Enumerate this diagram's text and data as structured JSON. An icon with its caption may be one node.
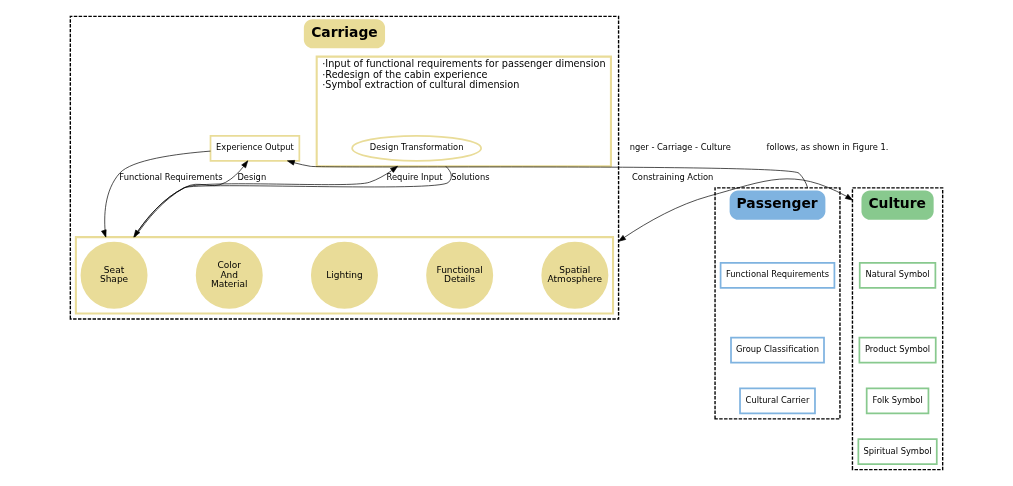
{
  "diagram": {
    "nodes": [
      {
        "text": [
          "Carriage"
        ]
      },
      {
        "text": [
          "Experience Output"
        ],
        "in": 0
      },
      {
        "text": [],
        "shape": "box",
        "in": 0
      },
      {
        "text": [
          "Seat Shape"
        ],
        "in": 2
      },
      {
        "text": [
          "Color And Material"
        ],
        "in": 2
      },
      {
        "text": [
          "Lighting"
        ],
        "in": 2
      },
      {
        "text": [
          "Functional Details"
        ],
        "in": 2
      },
      {
        "text": [
          "Spatial Atmosphere"
        ],
        "in": 2
      },
      {
        "text": [
          "·Input of functional requirements for passenger dimension",
          "·Redesign of the cabin experience",
          "·Symbol extraction of cultural dimension"
        ],
        "in": 0
      },
      {
        "text": [
          "Design Transformation"
        ],
        "in": 8
      },
      {
        "text": [
          "Passenger"
        ]
      },
      {
        "text": [
          "Functional Requirements"
        ],
        "in": 10
      },
      {
        "text": [
          "Group Classification"
        ],
        "in": 10
      },
      {
        "text": [
          "Cultural Carrier"
        ],
        "in": 10
      },
      {
        "text": [
          "Culture"
        ]
      },
      {
        "text": [
          "Natural Symbol"
        ],
        "in": 14
      },
      {
        "text": [
          "Product Symbol"
        ],
        "in": 14
      },
      {
        "text": [
          "Folk Symbol"
        ],
        "in": 14
      },
      {
        "text": [
          "Spiritual Symbol"
        ],
        "in": 14
      }
    ],
    "edges": [
      {
        "from": 10,
        "to": 1,
        "arrow": "to"
      },
      {
        "from": 1,
        "to": 2,
        "arrow": "to",
        "label": "Functional Requirements"
      },
      {
        "from": 2,
        "to": 1,
        "arrow": "to",
        "label": "Design"
      },
      {
        "from": 2,
        "to": 8,
        "arrow": "to",
        "label": "Require Input"
      },
      {
        "from": 8,
        "to": 2,
        "arrow": "to",
        "label": "Solutions"
      },
      {
        "from": 0,
        "to": 14,
        "arrow": "both",
        "label": "Constraining Action"
      }
    ],
    "labels": [
      "nger - Carriage - Culture",
      "follows, as shown in Figure 1."
    ]
  }
}
